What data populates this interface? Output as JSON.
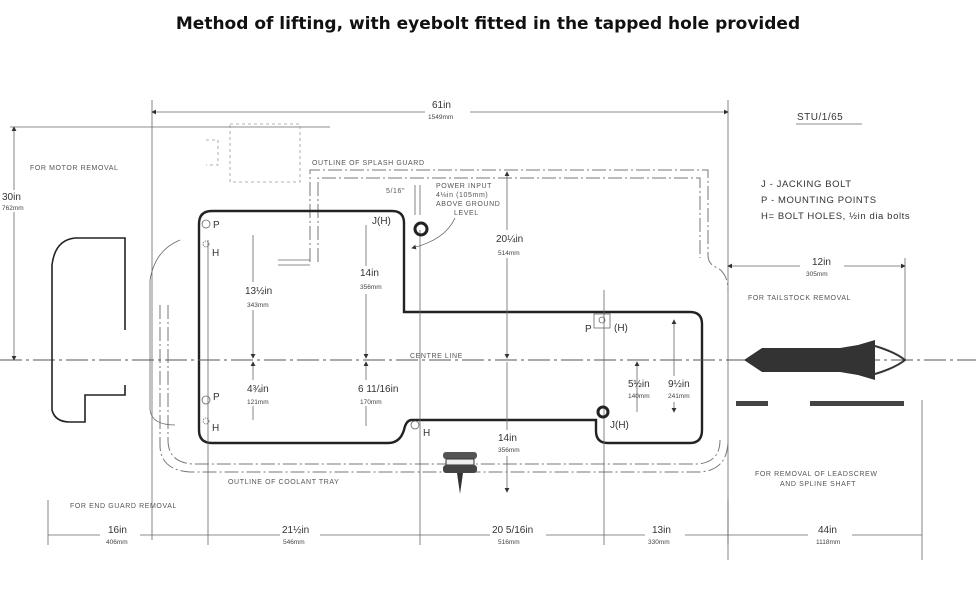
{
  "title": "Method of lifting, with eyebolt fitted in the tapped hole provided",
  "drawing_ref": "STU/1/65",
  "legend": {
    "j": "J - JACKING BOLT",
    "p": "P - MOUNTING POINTS",
    "h": "H= BOLT HOLES, ½in dia bolts"
  },
  "notes": {
    "motor_removal": "FOR MOTOR REMOVAL",
    "splash_guard": "OUTLINE OF SPLASH GUARD",
    "power_input_1": "POWER INPUT",
    "power_input_2": "4⅛in (105mm)",
    "power_input_3": "ABOVE GROUND",
    "power_input_4": "LEVEL",
    "centre_line": "CENTRE LINE",
    "coolant_tray": "OUTLINE OF COOLANT TRAY",
    "tailstock_removal": "FOR TAILSTOCK REMOVAL",
    "leadscrew_1": "FOR REMOVAL OF LEADSCREW",
    "leadscrew_2": "AND SPLINE SHAFT",
    "end_guard": "FOR END GUARD REMOVAL"
  },
  "markers": {
    "p": "P",
    "h": "H",
    "jh": "J(H)",
    "ph": "(H)",
    "clearance": "5/16\""
  },
  "dimensions": {
    "overall": {
      "in": "61in",
      "mm": "1549mm"
    },
    "motor": {
      "in": "30in",
      "mm": "762mm"
    },
    "tailstock": {
      "in": "12in",
      "mm": "305mm"
    },
    "d13": {
      "in": "13½in",
      "mm": "343mm"
    },
    "d14a": {
      "in": "14in",
      "mm": "356mm"
    },
    "d20": {
      "in": "20¼in",
      "mm": "514mm"
    },
    "d4": {
      "in": "4¾in",
      "mm": "121mm"
    },
    "d6": {
      "in": "6 11/16in",
      "mm": "170mm"
    },
    "d14b": {
      "in": "14in",
      "mm": "356mm"
    },
    "d5": {
      "in": "5½in",
      "mm": "140mm"
    },
    "d9": {
      "in": "9½in",
      "mm": "241mm"
    },
    "b16": {
      "in": "16in",
      "mm": "406mm"
    },
    "b21": {
      "in": "21½in",
      "mm": "546mm"
    },
    "b20": {
      "in": "20 5/16in",
      "mm": "516mm"
    },
    "b13": {
      "in": "13in",
      "mm": "330mm"
    },
    "b44": {
      "in": "44in",
      "mm": "1118mm"
    }
  }
}
